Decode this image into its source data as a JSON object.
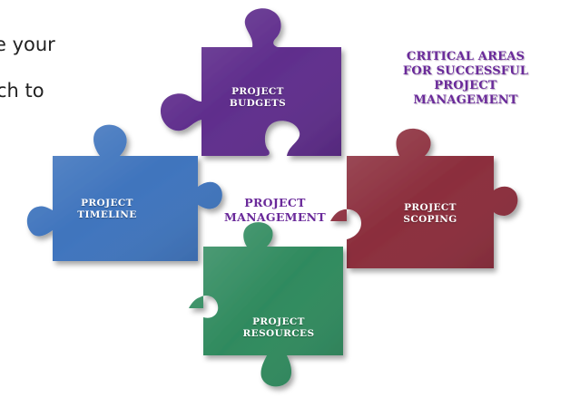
{
  "side_text": {
    "line1": "e your",
    "line2": "ch to"
  },
  "heading": {
    "line1": "CRITICAL AREAS",
    "line2": "FOR SUCCESSFUL",
    "line3": "PROJECT",
    "line4": "MANAGEMENT"
  },
  "center": {
    "line1": "PROJECT",
    "line2": "MANAGEMENT"
  },
  "pieces": {
    "budgets": {
      "line1": "PROJECT",
      "line2": "BUDGETS",
      "color": "#5f2d8c"
    },
    "timeline": {
      "line1": "PROJECT",
      "line2": "TIMELINE",
      "color": "#3f74bd"
    },
    "scoping": {
      "line1": "PROJECT",
      "line2": "SCOPING",
      "color": "#8b2d3c"
    },
    "resources": {
      "line1": "PROJECT",
      "line2": "RESOURCES",
      "color": "#2f8a5e"
    }
  }
}
